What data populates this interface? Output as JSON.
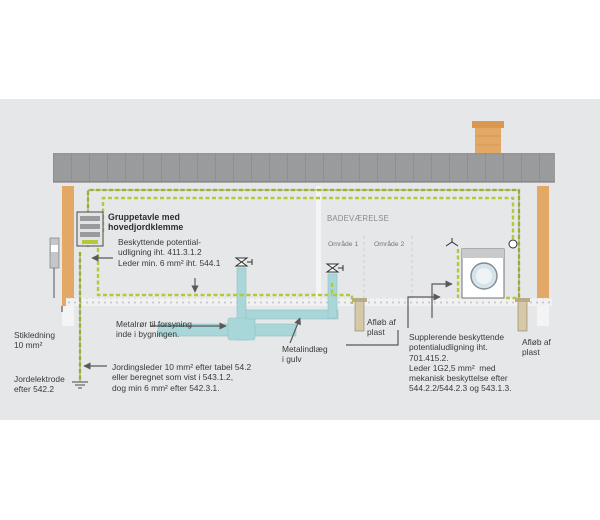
{
  "colors": {
    "background": "#e6e7e9",
    "roof": "#9a9b9d",
    "wall": "#e3a866",
    "water_pipe": "#a9d6d8",
    "earthing_conductor": "#b4c93a",
    "arrow": "#595959"
  },
  "labels": {
    "panel_title": "Gruppetavle med\nhovedjordklemme",
    "protective_bonding": "Beskyttende potential-\nudligning iht. 411.3.1.2\nLeder min. 6 mm² iht. 544.1",
    "bathroom": "BADEVÆRELSE",
    "zone_1": "Område 1",
    "zone_2": "Område 2",
    "metal_supply_pipe": "Metalrør til forsyning\ninde i bygningen.",
    "metal_in_floor": "Metalindlæg\ni gulv",
    "drain_plastic_1": "Afløb af\nplast",
    "drain_plastic_2": "Afløb af\nplast",
    "service_cable": "Stikledning\n10 mm²",
    "earth_electrode": "Jordelektrode\nefter 542.2",
    "earthing_conductor": "Jordingsleder 10 mm² efter tabel 54.2\neller beregnet som vist i 543.1.2,\ndog min 6 mm² efter 542.3.1.",
    "supplementary_bonding": "Supplerende beskyttende\npotentialudligning iht.\n701.415.2.\nLeder 1G2,5 mm²  med\nmekanisk beskyttelse efter\n544.2.2/544.2.3 og 543.1.3."
  },
  "icons": [
    "main-distribution-board-icon",
    "meter-box-icon",
    "valve-icon",
    "washing-machine-icon",
    "chimney-icon",
    "earth-electrode-icon",
    "floor-drain-icon"
  ]
}
